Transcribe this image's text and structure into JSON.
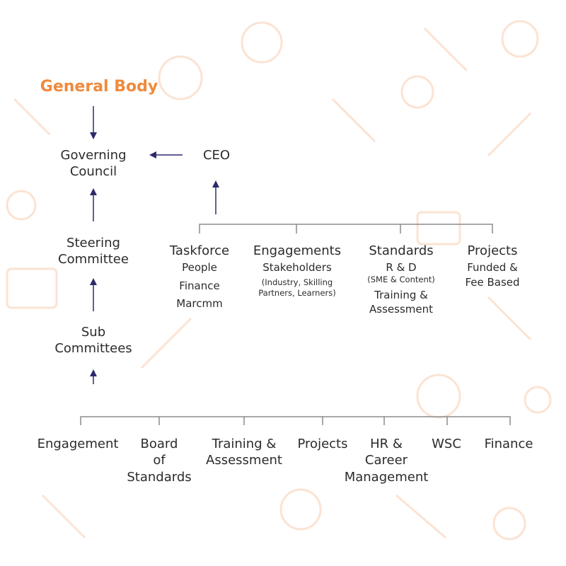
{
  "colors": {
    "accent": "#f08a3c",
    "arrow": "#2d2a6b",
    "connector": "#8c8c8c",
    "pattern": "#fbe3d3"
  },
  "hierarchy": {
    "general_body": "General Body",
    "governing_council": [
      "Governing",
      "Council"
    ],
    "ceo": "CEO",
    "steering_committee": [
      "Steering",
      "Committee"
    ],
    "sub_committees": [
      "Sub",
      "Committees"
    ]
  },
  "ceo_branches": [
    {
      "title": "Taskforce",
      "items": [
        "People",
        "Finance",
        "Marcmm"
      ]
    },
    {
      "title": "Engagements",
      "items": [
        "Stakeholders"
      ],
      "note": [
        "(Industry, Skilling",
        "Partners, Learners)"
      ]
    },
    {
      "title": "Standards",
      "items": [
        "R & D"
      ],
      "note": [
        "(SME & Content)"
      ],
      "extra": [
        "Training &",
        "Assessment"
      ]
    },
    {
      "title": "Projects",
      "items": [
        "Funded &",
        "Fee Based"
      ]
    }
  ],
  "sub_committee_list": [
    [
      "Engagement"
    ],
    [
      "Board",
      "of",
      "Standards"
    ],
    [
      "Training &",
      "Assessment"
    ],
    [
      "Projects"
    ],
    [
      "HR &",
      "Career",
      "Management"
    ],
    [
      "WSC"
    ],
    [
      "Finance"
    ]
  ]
}
